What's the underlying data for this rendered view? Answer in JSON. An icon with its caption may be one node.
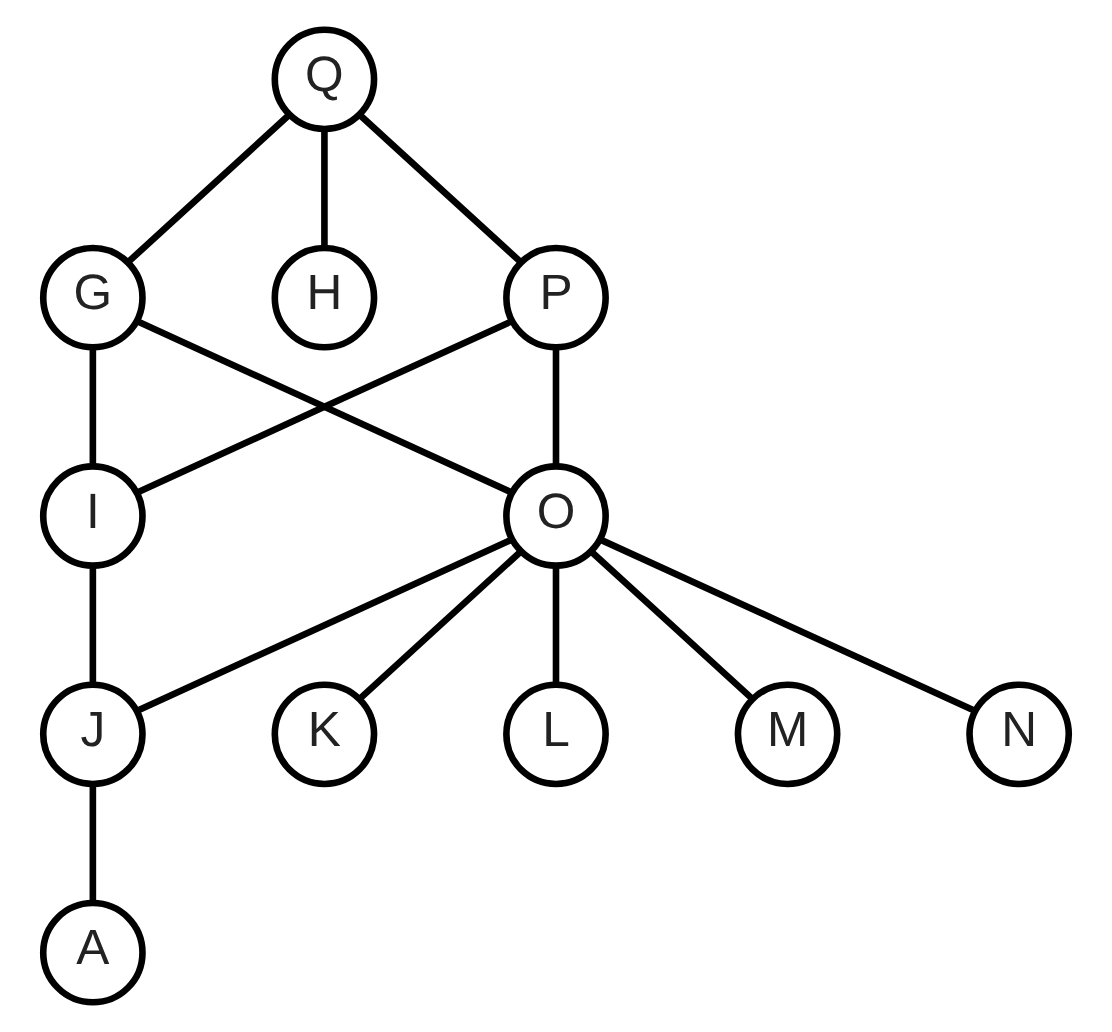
{
  "diagram": {
    "nodes": [
      {
        "text": [
          "Q"
        ]
      },
      {
        "text": [
          "G"
        ]
      },
      {
        "text": [
          "H"
        ]
      },
      {
        "text": [
          "P"
        ]
      },
      {
        "text": [
          "I"
        ]
      },
      {
        "text": [
          "O"
        ]
      },
      {
        "text": [
          "J"
        ]
      },
      {
        "text": [
          "K"
        ]
      },
      {
        "text": [
          "L"
        ]
      },
      {
        "text": [
          "M"
        ]
      },
      {
        "text": [
          "N"
        ]
      },
      {
        "text": [
          "A"
        ]
      }
    ],
    "edges": [
      {
        "from": 0,
        "to": 1,
        "arrow": "none"
      },
      {
        "from": 0,
        "to": 2,
        "arrow": "none"
      },
      {
        "from": 0,
        "to": 3,
        "arrow": "none"
      },
      {
        "from": 1,
        "to": 4,
        "arrow": "none"
      },
      {
        "from": 1,
        "to": 5,
        "arrow": "none"
      },
      {
        "from": 3,
        "to": 4,
        "arrow": "none"
      },
      {
        "from": 3,
        "to": 5,
        "arrow": "none"
      },
      {
        "from": 4,
        "to": 6,
        "arrow": "none"
      },
      {
        "from": 5,
        "to": 6,
        "arrow": "none"
      },
      {
        "from": 5,
        "to": 7,
        "arrow": "none"
      },
      {
        "from": 5,
        "to": 8,
        "arrow": "none"
      },
      {
        "from": 5,
        "to": 9,
        "arrow": "none"
      },
      {
        "from": 5,
        "to": 10,
        "arrow": "none"
      },
      {
        "from": 6,
        "to": 11,
        "arrow": "none"
      }
    ]
  }
}
